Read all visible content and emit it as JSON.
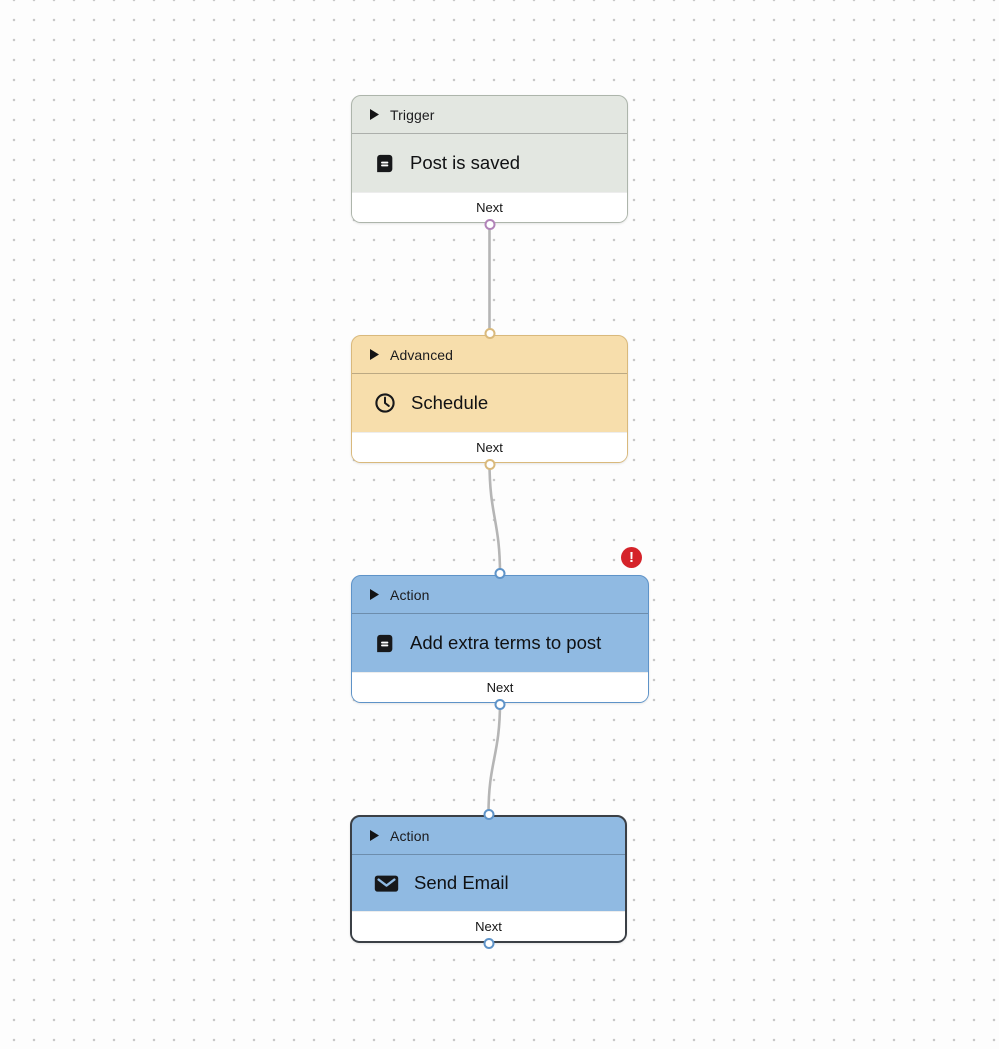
{
  "canvas": {
    "background": "#fdfdfd",
    "dot_color": "#c8c8c8",
    "edge_color": "#b5b5b5",
    "error_color": "#d5232a"
  },
  "nodes": [
    {
      "category": "Trigger",
      "title": "Post is saved",
      "icon": "document-icon",
      "footer_label": "Next",
      "has_error": false,
      "selected": false,
      "colors": {
        "background": "#e3e7e1",
        "border": "#adb5ab",
        "output_port": "#b183b8"
      }
    },
    {
      "category": "Advanced",
      "title": "Schedule",
      "icon": "clock-icon",
      "footer_label": "Next",
      "has_error": false,
      "selected": false,
      "colors": {
        "background": "#f7deac",
        "border": "#d9b97c",
        "input_port": "#d9b97c",
        "output_port": "#d9b97c"
      }
    },
    {
      "category": "Action",
      "title": "Add extra terms to post",
      "icon": "document-icon",
      "footer_label": "Next",
      "has_error": true,
      "error_badge": "!",
      "selected": false,
      "colors": {
        "background": "#90bae2",
        "border": "#5e93c8",
        "input_port": "#5e93c8",
        "output_port": "#5e93c8"
      }
    },
    {
      "category": "Action",
      "title": "Send Email",
      "icon": "mail-icon",
      "footer_label": "Next",
      "has_error": false,
      "selected": true,
      "colors": {
        "background": "#90bae2",
        "border": "#3b4046",
        "input_port": "#5e93c8",
        "output_port": "#5e93c8"
      }
    }
  ]
}
